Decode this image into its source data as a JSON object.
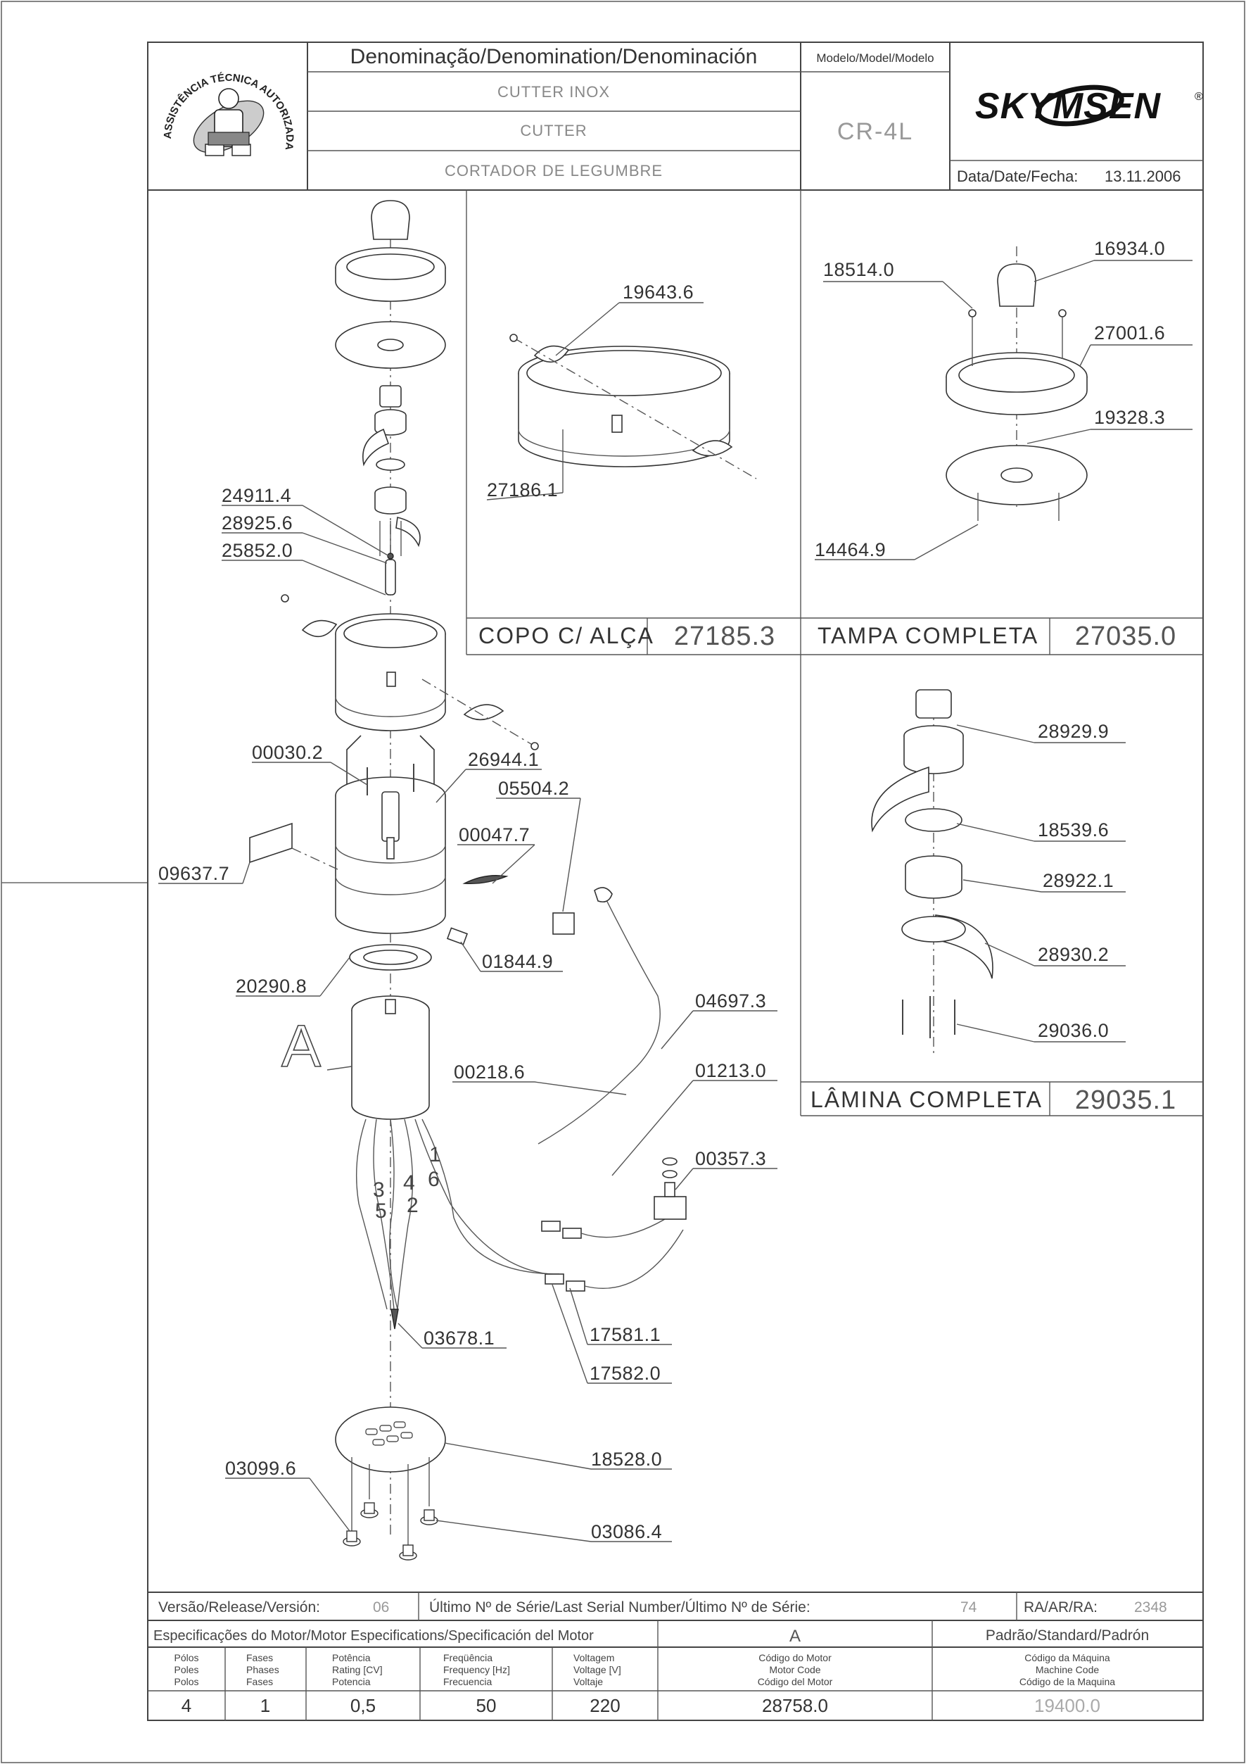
{
  "header": {
    "denomination_label": "Denominação/Denomination/Denominación",
    "name_pt": "CUTTER INOX",
    "name_en": "CUTTER",
    "name_es": "CORTADOR DE LEGUMBRE",
    "model_label": "Modelo/Model/Modelo",
    "model_value": "CR-4L",
    "brand": "SKYMSEN",
    "brand_mark": "®",
    "date_label": "Data/Date/Fecha:",
    "date_value": "13.11.2006",
    "seal_text": "ASSISTÊNCIA TÉCNICA AUTORIZADA"
  },
  "main_parts": {
    "p1": "24911.4",
    "p2": "28925.6",
    "p3": "25852.0",
    "p4": "00030.2",
    "p5": "26944.1",
    "p6": "05504.2",
    "p7": "00047.7",
    "p8": "09637.7",
    "p9": "01844.9",
    "p10": "20290.8",
    "p11": "04697.3",
    "p12": "00218.6",
    "p13": "01213.0",
    "p14": "00357.3",
    "p15": "03678.1",
    "p16": "17581.1",
    "p17": "17582.0",
    "p18": "18528.0",
    "p19": "03099.6",
    "p20": "03086.4",
    "motor_callout": "A",
    "wires": [
      "1",
      "6",
      "3",
      "4",
      "5",
      "2"
    ]
  },
  "copo": {
    "part_a": "19643.6",
    "part_b": "27186.1",
    "title": "COPO C/ ALÇA",
    "code": "27185.3"
  },
  "tampa": {
    "part_a": "18514.0",
    "part_b": "16934.0",
    "part_c": "27001.6",
    "part_d": "19328.3",
    "part_e": "14464.9",
    "title": "TAMPA COMPLETA",
    "code": "27035.0"
  },
  "lamina": {
    "part_a": "28929.9",
    "part_b": "18539.6",
    "part_c": "28922.1",
    "part_d": "28930.2",
    "part_e": "29036.0",
    "title": "LÂMINA COMPLETA",
    "code": "29035.1"
  },
  "footer": {
    "release_label": "Versão/Release/Versión:",
    "release_value": "06",
    "serial_label": "Último Nº de Série/Last Serial Number/Último Nº de Série:",
    "serial_value": "74",
    "ra_label": "RA/AR/RA:",
    "ra_value": "2348",
    "motor_spec_label": "Especificações do Motor/Motor Especifications/Specificación del Motor",
    "motor_spec_value": "A",
    "standard_label": "Padrão/Standard/Padrón",
    "col_poles": [
      "Pólos",
      "Poles",
      "Polos"
    ],
    "col_phases": [
      "Fases",
      "Phases",
      "Fases"
    ],
    "col_rating": [
      "Potência",
      "Rating [CV]",
      "Potencia"
    ],
    "col_freq": [
      "Freqüência",
      "Frequency [Hz]",
      "Frecuencia"
    ],
    "col_voltage": [
      "Voltagem",
      "Voltage [V]",
      "Voltaje"
    ],
    "col_motor_code": [
      "Código do Motor",
      "Motor Code",
      "Código del Motor"
    ],
    "col_machine_code": [
      "Código da Máquina",
      "Machine Code",
      "Código de la Maquina"
    ],
    "poles": "4",
    "phases": "1",
    "rating": "0,5",
    "frequency": "50",
    "voltage": "220",
    "motor_code": "28758.0",
    "machine_code": "19400.0"
  }
}
